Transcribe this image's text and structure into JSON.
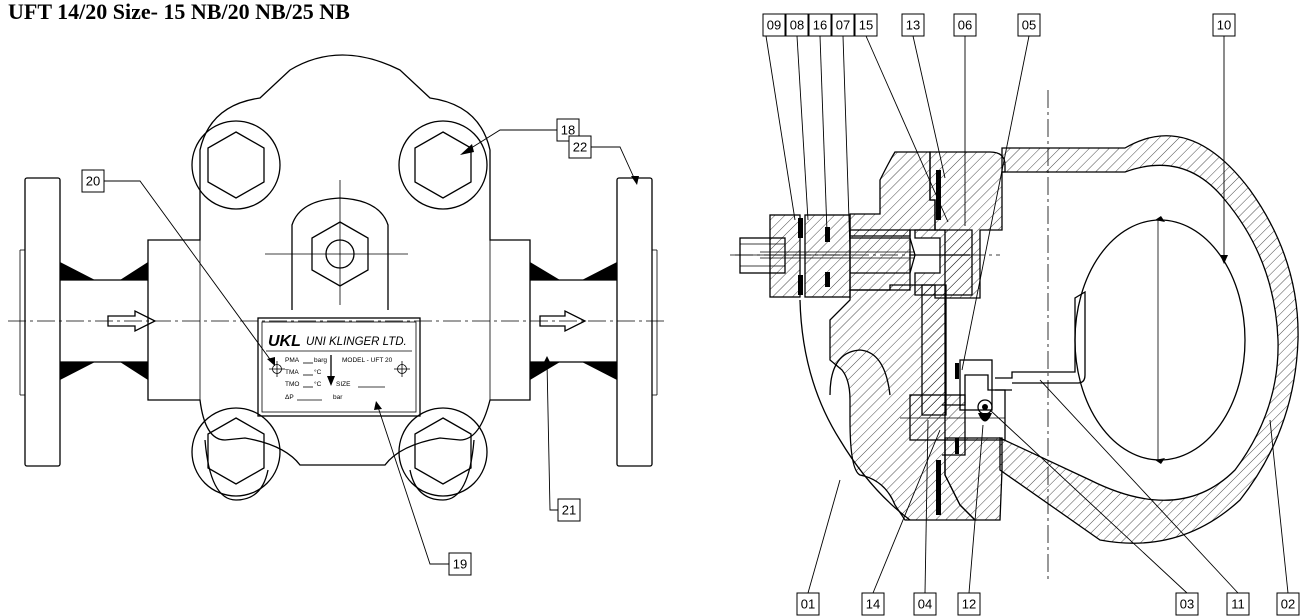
{
  "title": "UFT 14/20 Size- 15 NB/20 NB/25 NB",
  "nameplate": {
    "logo": "UKL",
    "company": "UNI KLINGER LTD.",
    "pma": "PMA",
    "pma_unit": "barg",
    "tma": "TMA",
    "tma_unit": "°C",
    "tmo": "TMO",
    "tmo_unit": "°C",
    "delta_p": "ΔP",
    "delta_p_unit": "bar",
    "model": "MODEL - UFT 20",
    "size": "SIZE"
  },
  "callouts": {
    "c18": "18",
    "c20": "20",
    "c22": "22",
    "c21": "21",
    "c19": "19",
    "c09": "09",
    "c08": "08",
    "c16": "16",
    "c07": "07",
    "c15": "15",
    "c13": "13",
    "c06": "06",
    "c05": "05",
    "c10": "10",
    "c01": "01",
    "c14": "14",
    "c04": "04",
    "c12": "12",
    "c03": "03",
    "c11": "11",
    "c02": "02"
  }
}
